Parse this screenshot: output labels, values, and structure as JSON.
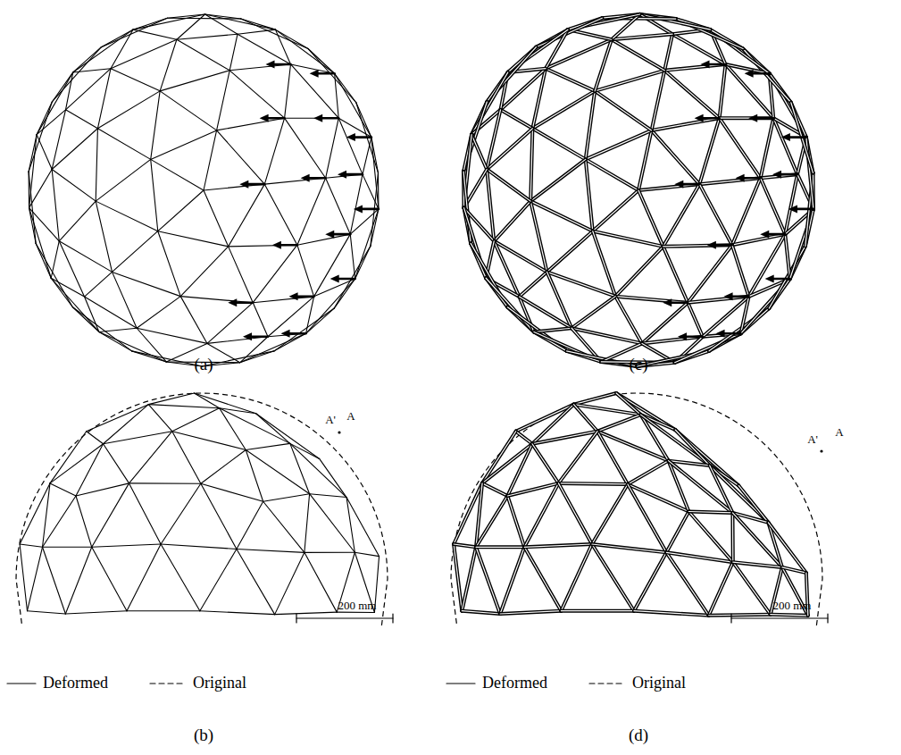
{
  "diagram": {
    "labels": [
      "(a)",
      "(c)",
      "(b)",
      "(d)",
      "A'",
      "A",
      "200 mm",
      "A'",
      "A",
      "200 mm"
    ],
    "legend": [
      {
        "text": "Deformed"
      },
      {
        "text": "Original"
      },
      {
        "text": "Deformed"
      },
      {
        "text": "Original"
      }
    ]
  }
}
